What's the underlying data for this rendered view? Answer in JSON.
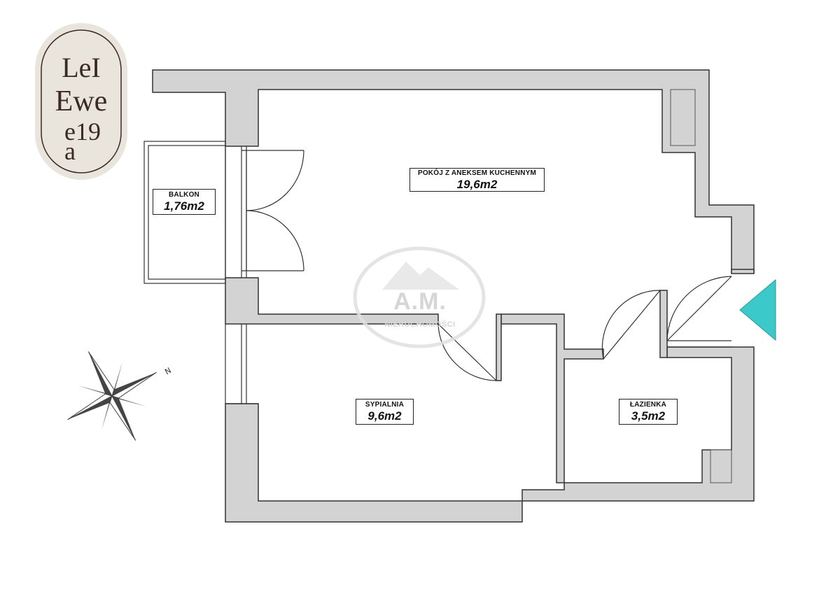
{
  "logo": {
    "lettering": "LeI Ewe19 a"
  },
  "watermark": {
    "brand": "A.M.",
    "subtitle": "NIERUCHOMOŚCI"
  },
  "compass": {
    "north_label": "N"
  },
  "rooms": [
    {
      "name": "POKÓJ Z ANEKSEM KUCHENNYM",
      "area": "19,6m2"
    },
    {
      "name": "BALKON",
      "area": "1,76m2"
    },
    {
      "name": "SYPIALNIA",
      "area": "9,6m2"
    },
    {
      "name": "ŁAZIENKA",
      "area": "3,5m2"
    }
  ],
  "colors": {
    "wall": "#d3d3d3",
    "line": "#333333",
    "entrance_marker": "#3cc9c9",
    "logo_bg": "#e9e4dc",
    "logo_ink": "#3a2a26"
  }
}
